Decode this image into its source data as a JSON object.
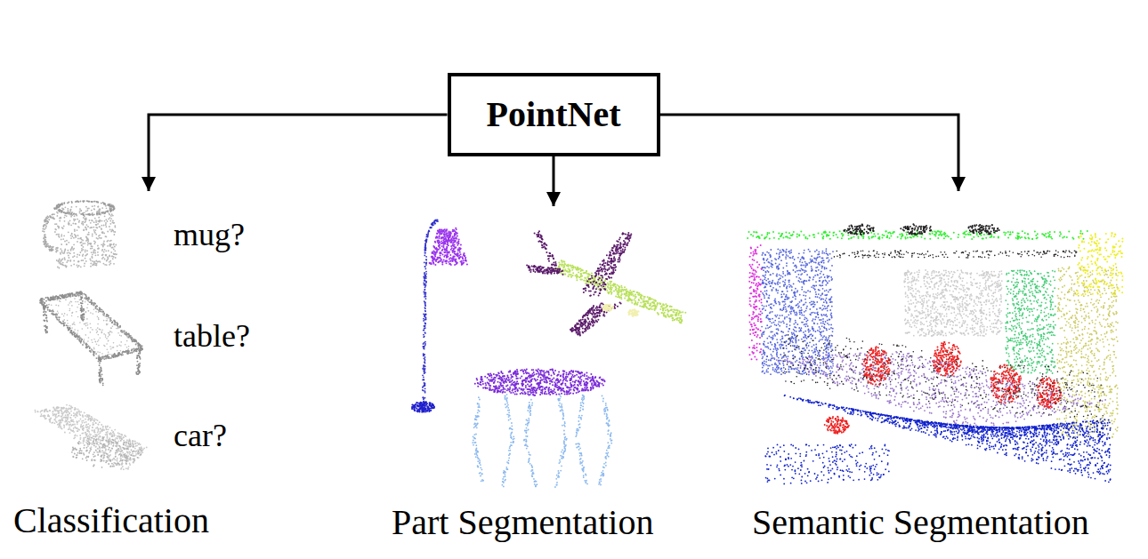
{
  "diagram": {
    "nodes": [
      {
        "text": [
          "PointNet"
        ]
      },
      {
        "text": [
          "mug?",
          "table?",
          "car?",
          "Classification"
        ]
      },
      {
        "text": [
          "Part Segmentation"
        ]
      },
      {
        "text": [
          "Semantic Segmentation"
        ]
      }
    ],
    "edges": [
      {
        "from": 0,
        "to": 1,
        "arrow": "to"
      },
      {
        "from": 0,
        "to": 2,
        "arrow": "to"
      },
      {
        "from": 0,
        "to": 3,
        "arrow": "to"
      }
    ]
  }
}
